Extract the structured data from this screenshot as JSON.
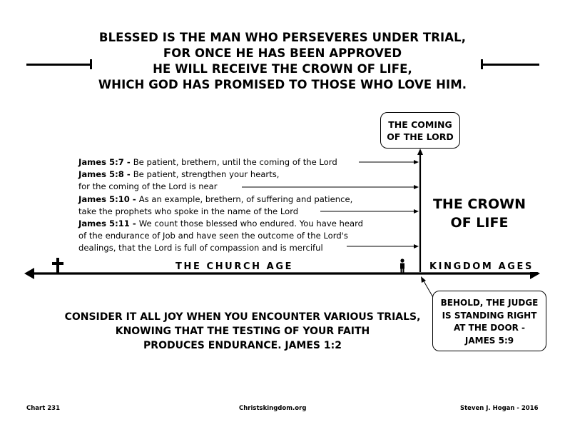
{
  "heading_lines": [
    "BLESSED IS THE MAN WHO PERSEVERES UNDER TRIAL,",
    "FOR ONCE HE HAS BEEN APPROVED",
    "HE WILL RECEIVE THE CROWN OF LIFE,",
    "WHICH GOD HAS PROMISED TO THOSE WHO LOVE HIM."
  ],
  "coming_box": [
    "THE COMING",
    "OF THE LORD"
  ],
  "verses": [
    {
      "ref": "James 5:7",
      "sep": " - ",
      "text": "Be patient, brethern, until the coming of the Lord"
    },
    {
      "ref": "James 5:8",
      "sep": " - ",
      "text": "Be patient, strengthen your hearts,"
    },
    {
      "ref": "",
      "sep": "",
      "text": "for the coming of the Lord is near"
    },
    {
      "ref": "James 5:10",
      "sep": " - ",
      "text": "As an example, brethern, of suffering and patience,"
    },
    {
      "ref": "",
      "sep": "",
      "text": "take the prophets who spoke in the name of the Lord"
    },
    {
      "ref": "James 5:11",
      "sep": " - ",
      "text": "We count those blessed who endured. You have heard"
    },
    {
      "ref": "",
      "sep": "",
      "text": "of the endurance of Job and have seen the outcome of the Lord's"
    },
    {
      "ref": "",
      "sep": "",
      "text": "dealings, that the Lord is full of compassion and is merciful"
    }
  ],
  "crown": [
    "THE CROWN",
    "OF LIFE"
  ],
  "timeline": {
    "church_age": "THE CHURCH AGE",
    "kingdom_ages": "KINGDOM AGES"
  },
  "judge_box": [
    "BEHOLD, THE JUDGE",
    "IS STANDING RIGHT",
    "AT THE DOOR -",
    "JAMES 5:9"
  ],
  "bottom_verse": [
    "CONSIDER IT ALL JOY WHEN YOU ENCOUNTER VARIOUS TRIALS,",
    "KNOWING THAT THE TESTING OF YOUR FAITH",
    "PRODUCES ENDURANCE. JAMES 1:2"
  ],
  "footer": {
    "chart": "Chart 231",
    "site": "Christskingdom.org",
    "author": "Steven J. Hogan - 2016"
  }
}
